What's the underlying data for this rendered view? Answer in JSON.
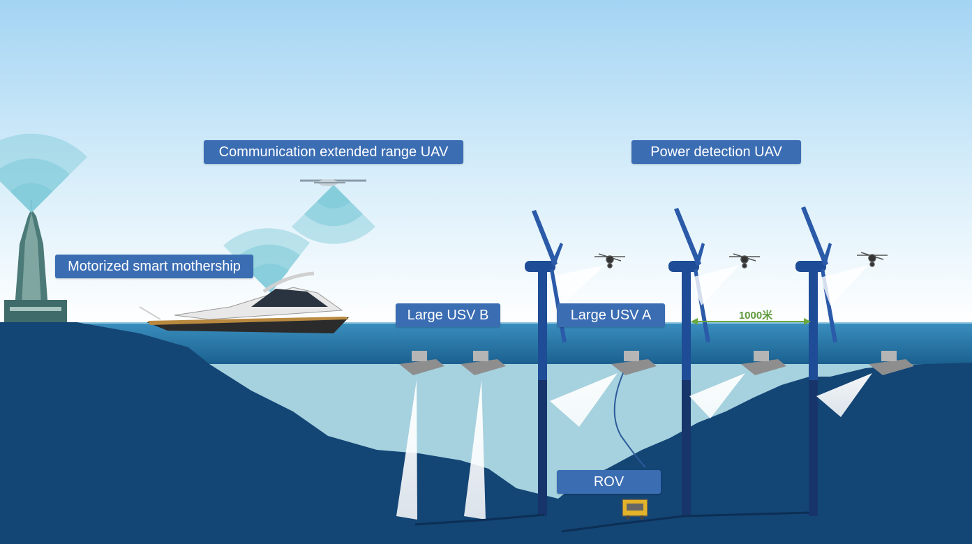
{
  "labels": {
    "comm_uav": "Communication extended range UAV",
    "power_uav": "Power detection UAV",
    "mothership": "Motorized smart mothership",
    "usv_b": "Large USV B",
    "usv_a": "Large USV A",
    "rov": "ROV"
  },
  "distance_label": "1000米",
  "colors": {
    "label_bg": "#3b6db3",
    "label_text": "#ffffff",
    "seabed": "#134575",
    "sea_surface": "#1e6f9e",
    "underwater": "#a6d1de",
    "turbine": "#1f4c96",
    "signal": "#7ecad8",
    "distance_text": "#5f9a3c"
  }
}
